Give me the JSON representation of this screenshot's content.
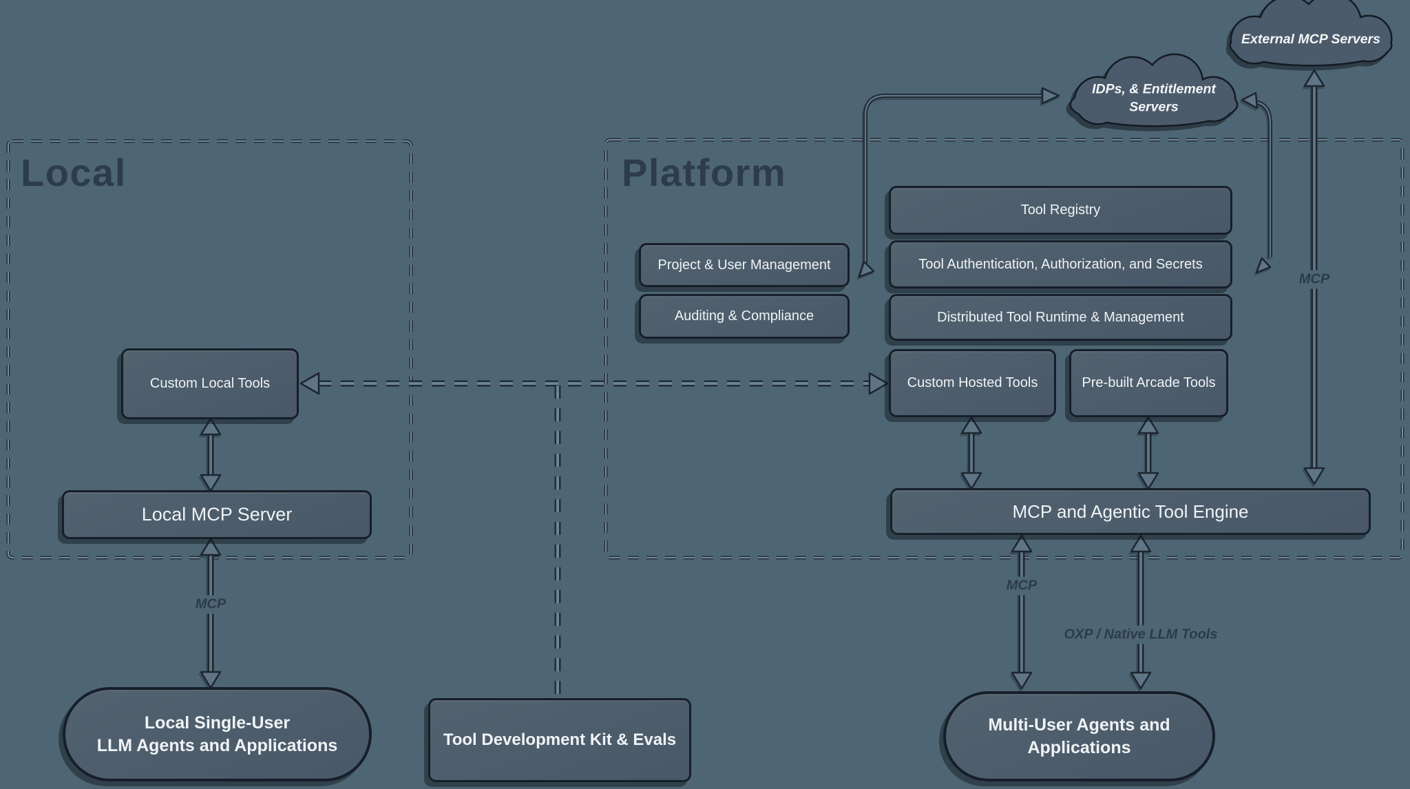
{
  "regions": {
    "local": {
      "title": "Local"
    },
    "platform": {
      "title": "Platform"
    }
  },
  "clouds": {
    "external_mcp": {
      "label": "External MCP Servers"
    },
    "idps": {
      "label_line1": "IDPs, & Entitlement",
      "label_line2": "Servers"
    }
  },
  "boxes": {
    "custom_local_tools": {
      "label": "Custom Local Tools"
    },
    "local_mcp_server": {
      "label": "Local MCP Server"
    },
    "local_agents": {
      "label_line1": "Local Single-User",
      "label_line2": "LLM Agents and Applications"
    },
    "tdk": {
      "label": "Tool Development Kit & Evals"
    },
    "project_user_mgmt": {
      "label": "Project & User Management"
    },
    "auditing_compliance": {
      "label": "Auditing & Compliance"
    },
    "tool_registry": {
      "label": "Tool Registry"
    },
    "tool_auth": {
      "label": "Tool Authentication, Authorization, and Secrets"
    },
    "distributed_runtime": {
      "label": "Distributed Tool Runtime & Management"
    },
    "custom_hosted_tools": {
      "label": "Custom Hosted Tools"
    },
    "prebuilt_arcade_tools": {
      "label": "Pre-built Arcade Tools"
    },
    "engine": {
      "label": "MCP and Agentic Tool Engine"
    },
    "multi_user_agents": {
      "label_line1": "Multi-User Agents and",
      "label_line2": "Applications"
    }
  },
  "edge_labels": {
    "mcp_local": "MCP",
    "mcp_engine": "MCP",
    "mcp_external": "MCP",
    "oxp": "OXP / Native LLM Tools"
  },
  "colors": {
    "background": "#4e6673",
    "node_fill": "#4c5c6c",
    "node_border": "#161e29",
    "light_text": "#eff3f6",
    "dark_text": "#2d3c4b",
    "arrow": "#5f7585"
  }
}
